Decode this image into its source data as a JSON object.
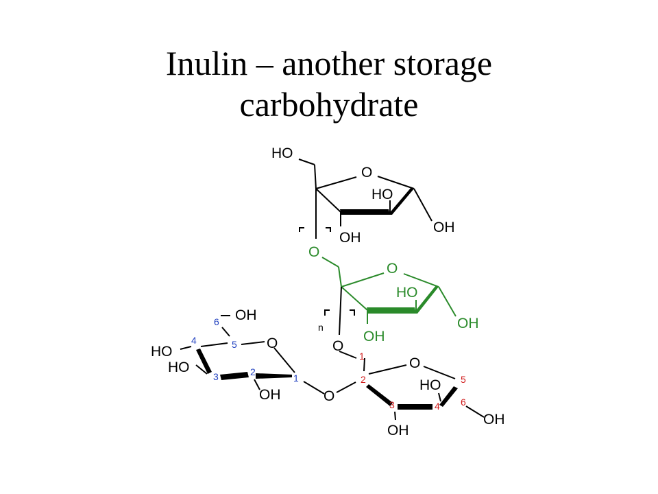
{
  "slide": {
    "title_line1": "Inulin – another storage",
    "title_line2": "carbohydrate"
  },
  "colors": {
    "bond_default": "#000000",
    "repeat_unit": "#2a8a2a",
    "fructose_numbers": "#d01c1c",
    "glucose_numbers": "#1f3fbf"
  },
  "structure": {
    "top_fructose": {
      "ho_ch2": "HO",
      "ring_o": "O",
      "ho_ring": "HO",
      "oh_ring": "OH",
      "oh_ch2": "OH"
    },
    "repeat_fructose": {
      "link_o": "O",
      "ring_o": "O",
      "ho_ring": "HO",
      "oh_ring": "OH",
      "oh_ch2": "OH",
      "repeat_n": "n"
    },
    "bottom_fructose": {
      "link_o": "O",
      "ring_o": "O",
      "ho_ring": "HO",
      "oh_c3": "OH",
      "oh_c6": "OH",
      "numbers": [
        "1",
        "2",
        "3",
        "4",
        "5",
        "6"
      ]
    },
    "glucose": {
      "ring_o": "O",
      "oh_c6": "OH",
      "ho_c4": "HO",
      "ho_c3": "HO",
      "oh_c2": "OH",
      "numbers": [
        "1",
        "2",
        "3",
        "4",
        "5",
        "6"
      ]
    },
    "glycosidic_o": "O"
  }
}
